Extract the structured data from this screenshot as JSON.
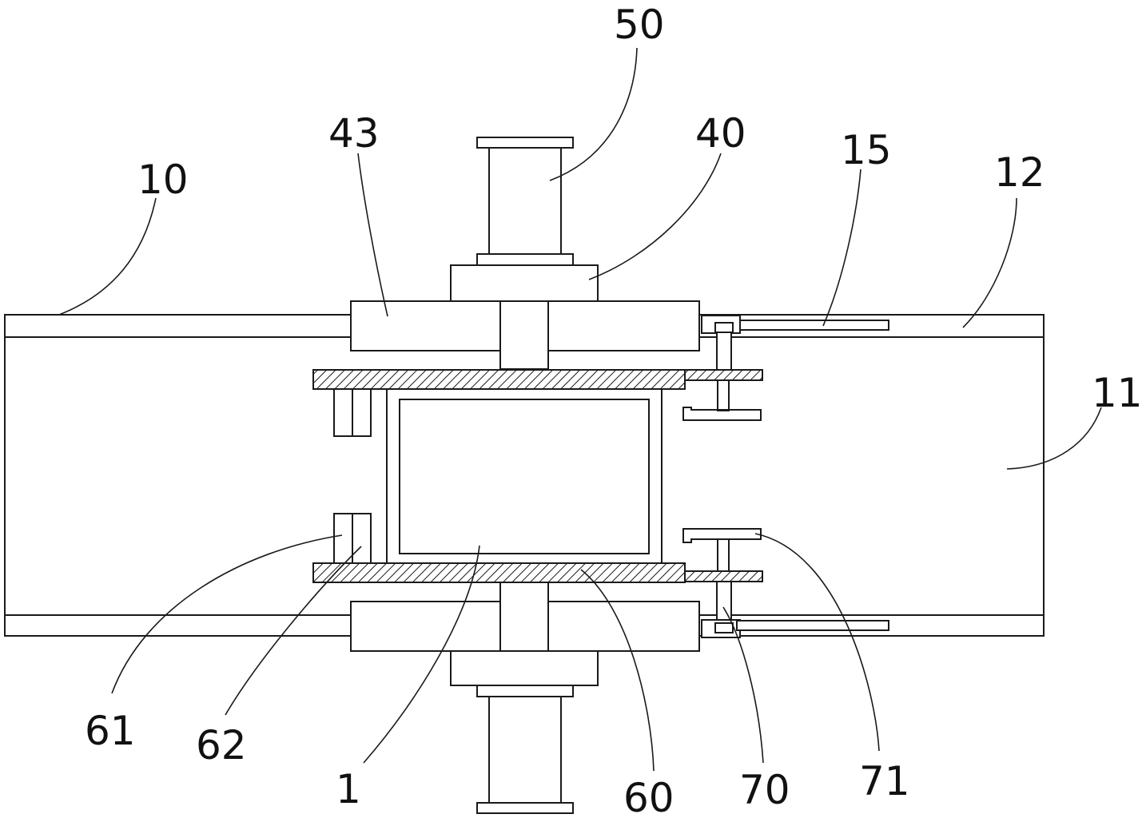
{
  "labels": {
    "l10": "10",
    "l43": "43",
    "l50": "50",
    "l40": "40",
    "l15": "15",
    "l12": "12",
    "l11": "11",
    "l61": "61",
    "l62": "62",
    "l1": "1",
    "l60": "60",
    "l70": "70",
    "l71": "71"
  }
}
